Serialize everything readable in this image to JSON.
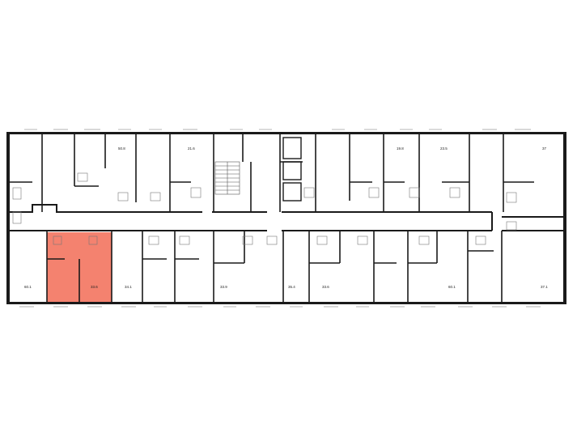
{
  "floor_plan": {
    "highlight_color": "#f4826f",
    "wall_color": "#1a1a1a",
    "top_rooms": [
      {
        "id": "t3",
        "label": "50.8"
      },
      {
        "id": "t4",
        "label": "21.6"
      },
      {
        "id": "t8",
        "label": "19.8"
      },
      {
        "id": "t9",
        "label": "23.5"
      },
      {
        "id": "t11",
        "label": "37"
      }
    ],
    "bottom_rooms": [
      {
        "id": "b1",
        "label": "60.1"
      },
      {
        "id": "b2",
        "label": "33.6",
        "selected": true
      },
      {
        "id": "b3",
        "label": "34.1"
      },
      {
        "id": "b5",
        "label": "33.9"
      },
      {
        "id": "b7",
        "label": "35.4"
      },
      {
        "id": "b8",
        "label": "33.6"
      },
      {
        "id": "b10",
        "label": "60.1"
      },
      {
        "id": "b12",
        "label": "37.1"
      }
    ]
  }
}
